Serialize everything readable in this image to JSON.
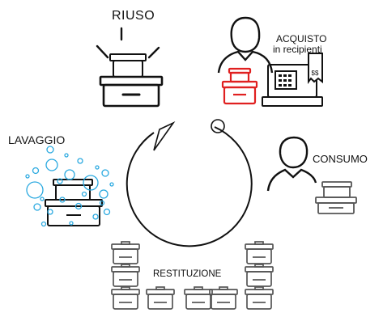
{
  "labels": {
    "riuso": "RIUSO",
    "acquisto_line1": "ACQUISTO",
    "acquisto_line2": "in recipienti",
    "lavaggio": "LAVAGGIO",
    "consumo": "CONSUMO",
    "restituzione": "RESTITUZIONE"
  },
  "receipt_text": "$$",
  "colors": {
    "ink": "#111111",
    "accent_red": "#e02020",
    "bubble_blue": "#2aa9e0",
    "stack_gray": "#555555"
  }
}
